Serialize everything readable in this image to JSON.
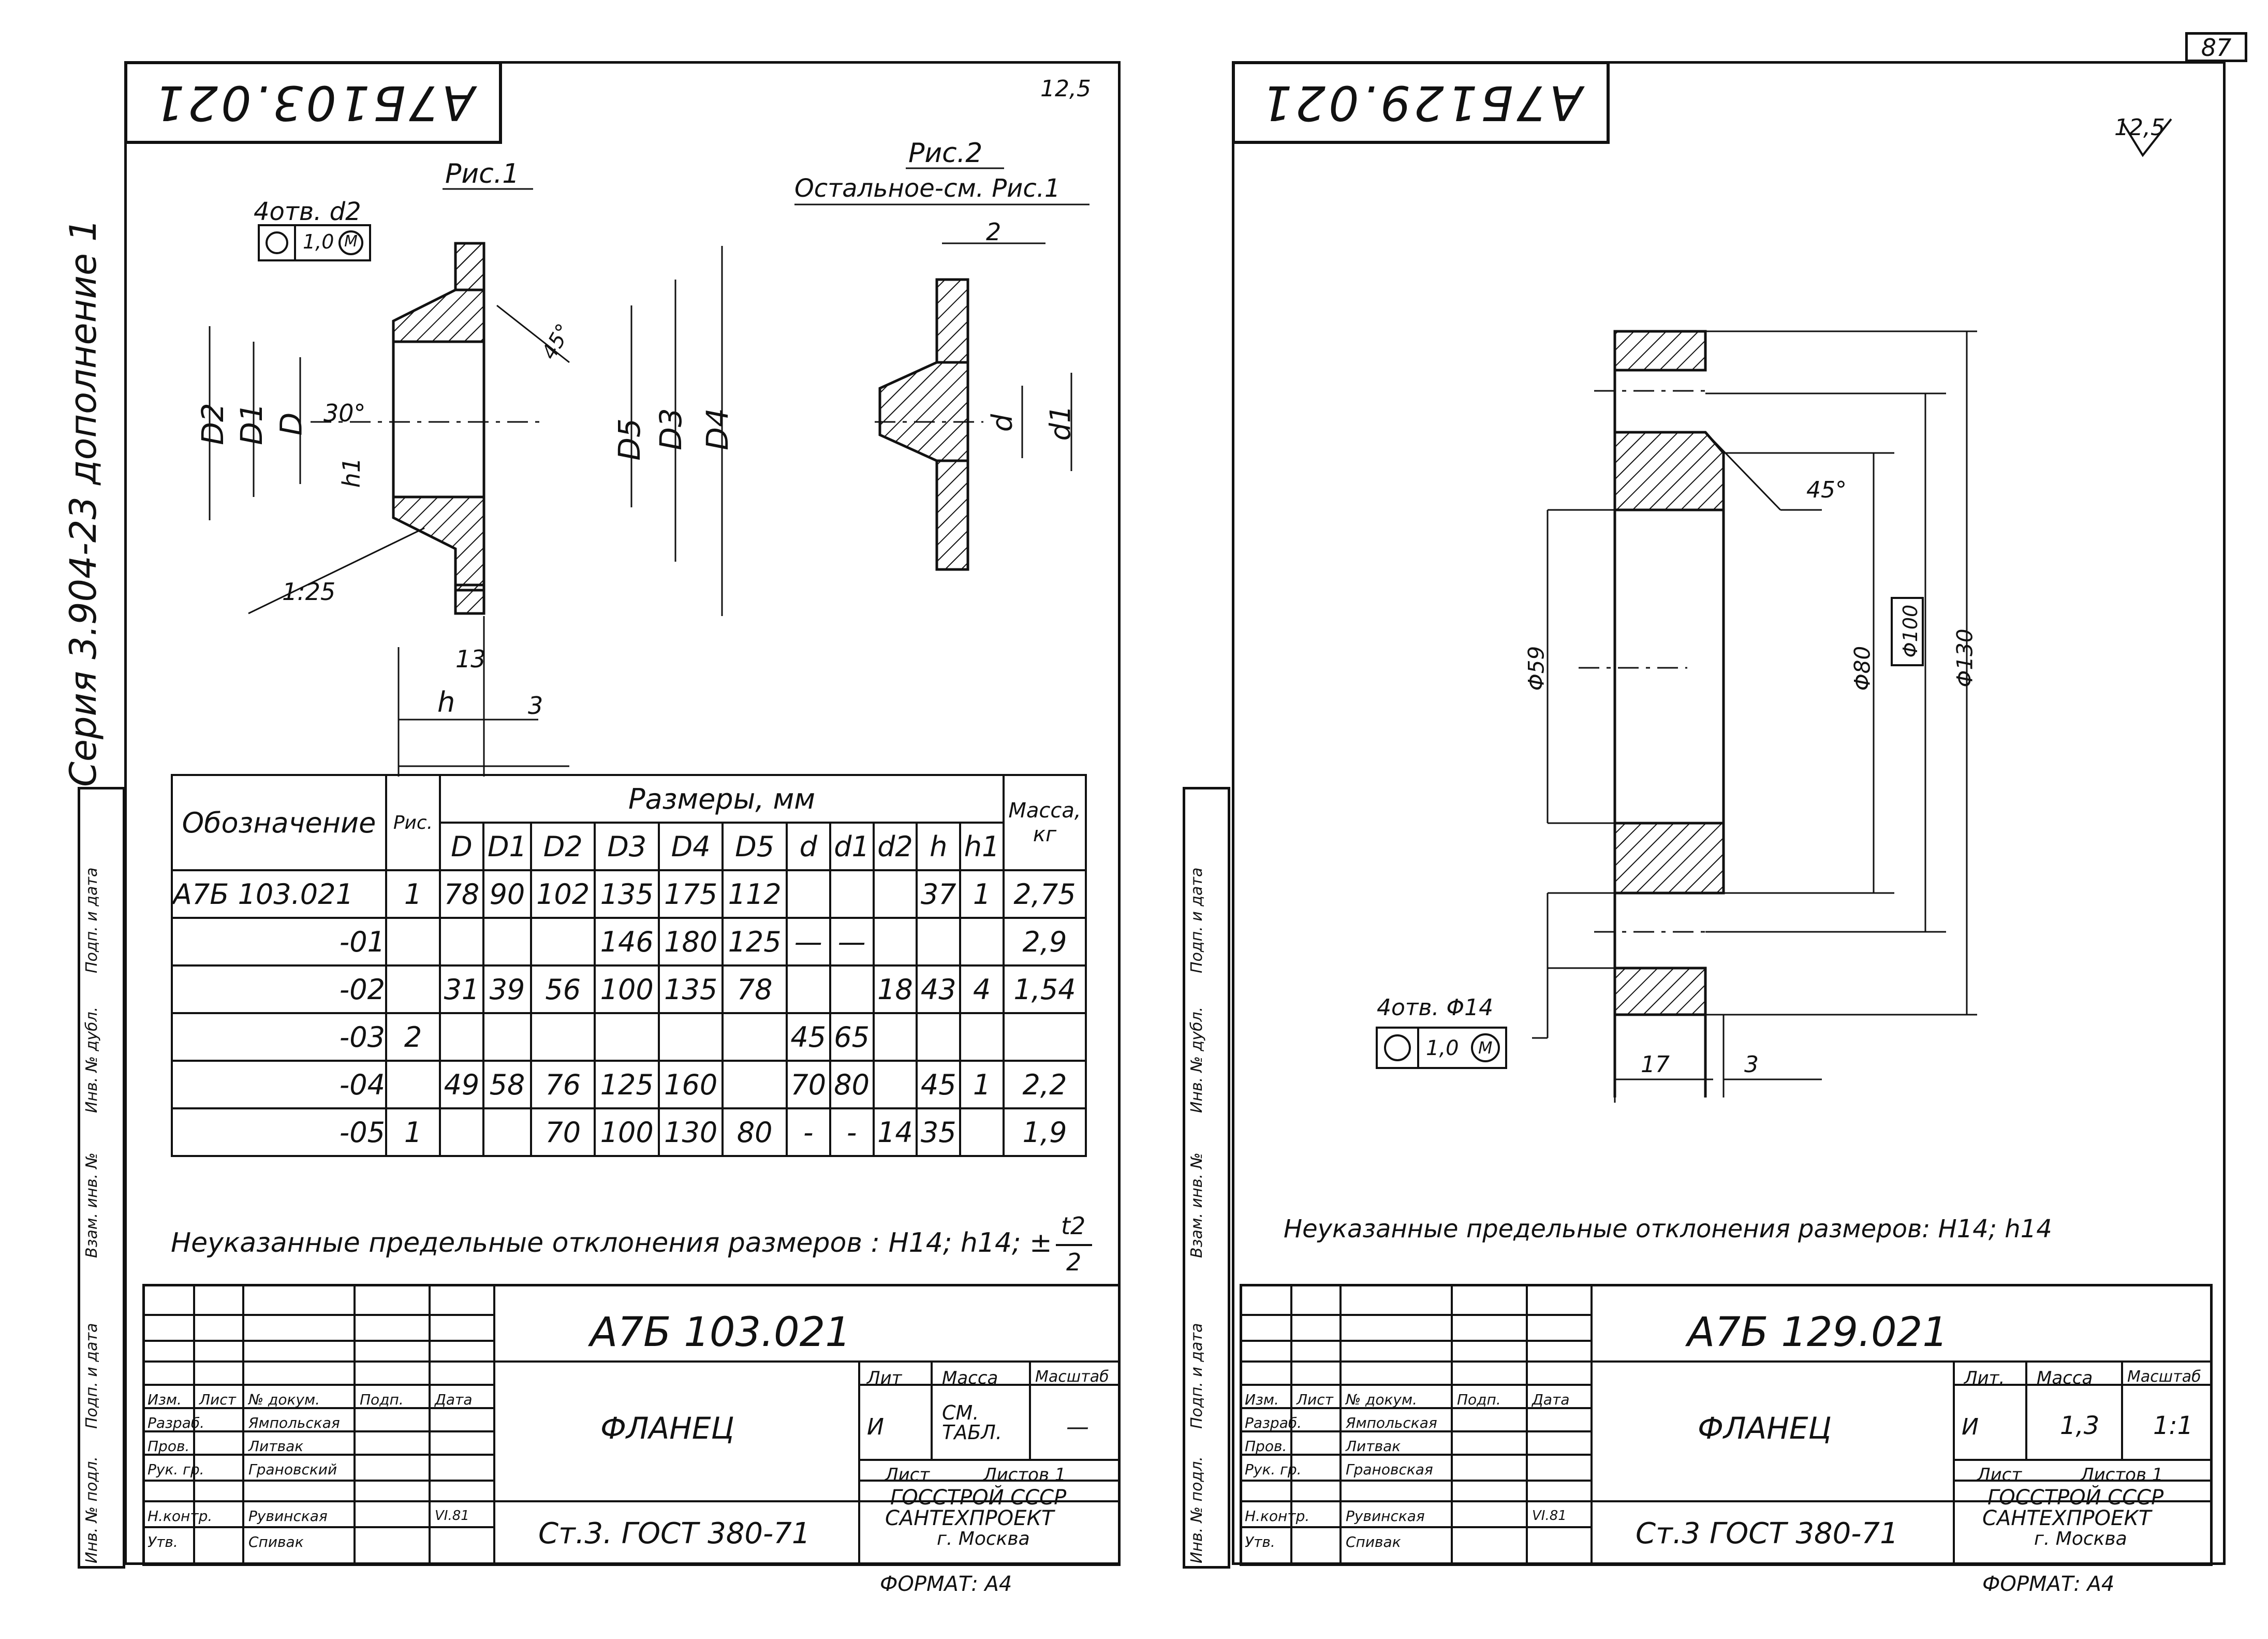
{
  "page_number": "87",
  "sheet1": {
    "code_rotated": "А7Б103.021",
    "roughness": "12,5",
    "fig1_label": "Рис.1",
    "fig2_label": "Рис.2",
    "fig2_note": "Остальное-см. Рис.1",
    "holes_note": "4отв. d2",
    "tolerance_value": "1,0",
    "tolerance_modifier": "M",
    "dim_labels": {
      "D2": "D2",
      "D1": "D1",
      "D": "D",
      "D5": "D5",
      "D3": "D3",
      "D4": "D4",
      "d": "d",
      "d1": "d1",
      "h": "h",
      "h1": "h1",
      "angle30": "30°",
      "angle45": "45°",
      "taper": "1:25",
      "n13": "13",
      "n3": "3",
      "n2": "2"
    },
    "side_text": "Серия 3.904-23    дополнение 1",
    "table": {
      "header_designation": "Обозначение",
      "header_fig": "Рис.",
      "header_dims": "Размеры, мм",
      "header_mass": "Масса, кг",
      "columns": [
        "D",
        "D1",
        "D2",
        "D3",
        "D4",
        "D5",
        "d",
        "d1",
        "d2",
        "h",
        "h1"
      ],
      "rows": [
        {
          "designation": "А7Б 103.021",
          "fig": "1",
          "D": "78",
          "D1": "90",
          "D2": "102",
          "D3": "135",
          "D4": "175",
          "D5": "112",
          "d": "",
          "d1": "",
          "d2": "",
          "h": "37",
          "h1": "1",
          "mass": "2,75"
        },
        {
          "designation": "-01",
          "fig": "",
          "D": "",
          "D1": "",
          "D2": "",
          "D3": "146",
          "D4": "180",
          "D5": "125",
          "d": "—",
          "d1": "—",
          "d2": "",
          "h": "",
          "h1": "",
          "mass": "2,9"
        },
        {
          "designation": "-02",
          "fig": "",
          "D": "31",
          "D1": "39",
          "D2": "56",
          "D3": "100",
          "D4": "135",
          "D5": "78",
          "d": "",
          "d1": "",
          "d2": "18",
          "h": "43",
          "h1": "4",
          "mass": "1,54"
        },
        {
          "designation": "-03",
          "fig": "2",
          "D": "",
          "D1": "",
          "D2": "",
          "D3": "",
          "D4": "",
          "D5": "",
          "d": "45",
          "d1": "65",
          "d2": "",
          "h": "",
          "h1": "",
          "mass": ""
        },
        {
          "designation": "-04",
          "fig": "",
          "D": "49",
          "D1": "58",
          "D2": "76",
          "D3": "125",
          "D4": "160",
          "D5": "",
          "d": "70",
          "d1": "80",
          "d2": "",
          "h": "45",
          "h1": "1",
          "mass": "2,2"
        },
        {
          "designation": "-05",
          "fig": "1",
          "D": "",
          "D1": "",
          "D2": "70",
          "D3": "100",
          "D4": "130",
          "D5": "80",
          "d": "-",
          "d1": "-",
          "d2": "14",
          "h": "35",
          "h1": "",
          "mass": "1,9"
        }
      ]
    },
    "note": "Неуказанные   предельные   отклонения  размеров : H14; h14; ±",
    "note_frac_num": "t2",
    "note_frac_den": "2",
    "title_block": {
      "designation": "А7Б 103.021",
      "name": "ФЛАНЕЦ",
      "material": "Ст.3. ГОСТ 380-71",
      "lit_label": "Лит",
      "mass_label": "Масса",
      "scale_label": "Масштаб",
      "lit_value": "И",
      "mass_value": "СМ. ТАБЛ.",
      "scale_value": "—",
      "sheet_label": "Лист",
      "sheets_label": "Листов 1",
      "org1": "ГОССТРОЙ СССР",
      "org2": "САНТЕХПРОЕКТ",
      "org3": "г. Москва",
      "format": "ФОРМАТ: А4",
      "header_row": [
        "Изм.",
        "Лист",
        "№ докум.",
        "Подп.",
        "Дата"
      ],
      "people": [
        [
          "Разраб.",
          "Ямпольская"
        ],
        [
          "Пров.",
          "Литвак"
        ],
        [
          "Рук. гр.",
          "Грановский"
        ],
        [
          "",
          ""
        ],
        [
          "Н.контр.",
          "Рувинская"
        ],
        [
          "Утв.",
          "Спивак"
        ]
      ],
      "date": "VI.81"
    }
  },
  "sheet2": {
    "code_rotated": "А7Б129.021",
    "roughness": "12,5",
    "angle": "45°",
    "dia59": "Φ59",
    "dia80": "Φ80",
    "dia100": "Φ100",
    "dia130": "Φ130",
    "holes_note": "4отв. Φ14",
    "tolerance_value": "1,0",
    "tolerance_modifier": "M",
    "dim17": "17",
    "dim3": "3",
    "note": "Неуказанные   предельные отклонения размеров:  H14;  h14",
    "title_block": {
      "designation": "А7Б 129.021",
      "name": "ФЛАНЕЦ",
      "material": "Ст.3  ГОСТ 380-71",
      "lit_label": "Лит.",
      "mass_label": "Масса",
      "scale_label": "Масштаб",
      "lit_value": "И",
      "mass_value": "1,3",
      "scale_value": "1:1",
      "sheet_label": "Лист",
      "sheets_label": "Листов 1",
      "org1": "ГОССТРОЙ СССР",
      "org2": "САНТЕХПРОЕКТ",
      "org3": "г. Москва",
      "format": "ФОРМАТ: А4",
      "header_row": [
        "Изм.",
        "Лист",
        "№ докум.",
        "Подп.",
        "Дата"
      ],
      "people": [
        [
          "Разраб.",
          "Ямпольская"
        ],
        [
          "Пров.",
          "Литвак"
        ],
        [
          "Рук. гр.",
          "Грановская"
        ],
        [
          "",
          ""
        ],
        [
          "Н.контр.",
          "Рувинская"
        ],
        [
          "Утв.",
          "Спивак"
        ]
      ],
      "date": "VI.81"
    }
  },
  "side_labels": [
    "Инв. № подл.",
    "Подп. и дата",
    "Взам. инв. №",
    "Инв. № дубл.",
    "Подп. и дата"
  ]
}
